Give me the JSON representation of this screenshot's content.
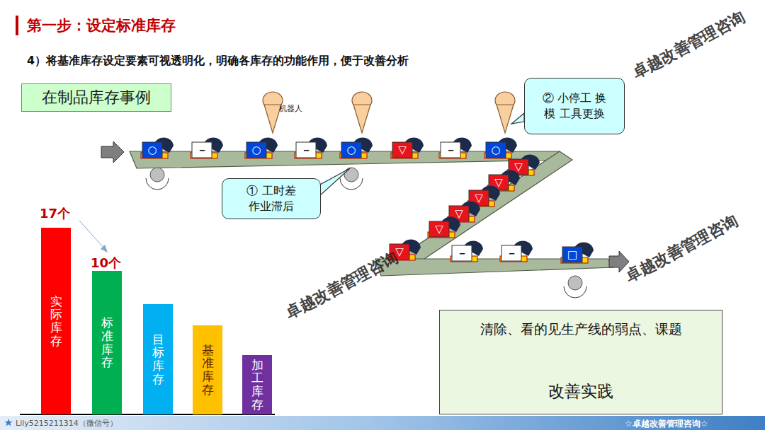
{
  "diagram": {
    "title": "第一步：设定标准库存",
    "caption": "4）将基准库存设定要素可视透明化，明确各库存的功能作用，便于改善分析",
    "nodes": [
      {
        "text": [
          "在制品库存事例"
        ]
      },
      {
        "text": [
          "② 小停工 换模 工具更换"
        ]
      },
      {
        "text": [
          "① 工时差 作业滞后"
        ]
      },
      {
        "text": [
          "实际库存"
        ]
      },
      {
        "text": [
          "标准库存"
        ]
      },
      {
        "text": [
          "目标库存"
        ]
      },
      {
        "text": [
          "基准库存"
        ]
      },
      {
        "text": [
          "加工库存"
        ]
      },
      {
        "text": [
          "清除、看的见生产线的弱点、课题",
          "改善实践"
        ]
      }
    ],
    "labels": [
      "机器人",
      "○",
      "－",
      "○",
      "－",
      "○",
      "▽",
      "－",
      "○",
      "▽",
      "▽",
      "▽",
      "▽",
      "▽",
      "▽",
      "－",
      "－",
      "□",
      "17个",
      "10个",
      "卓越改善管理咨询",
      "卓越改善管理咨询",
      "卓越改善管理咨询",
      "Lily5215211314（微信号）",
      "☆卓越改善管理咨询☆"
    ]
  }
}
